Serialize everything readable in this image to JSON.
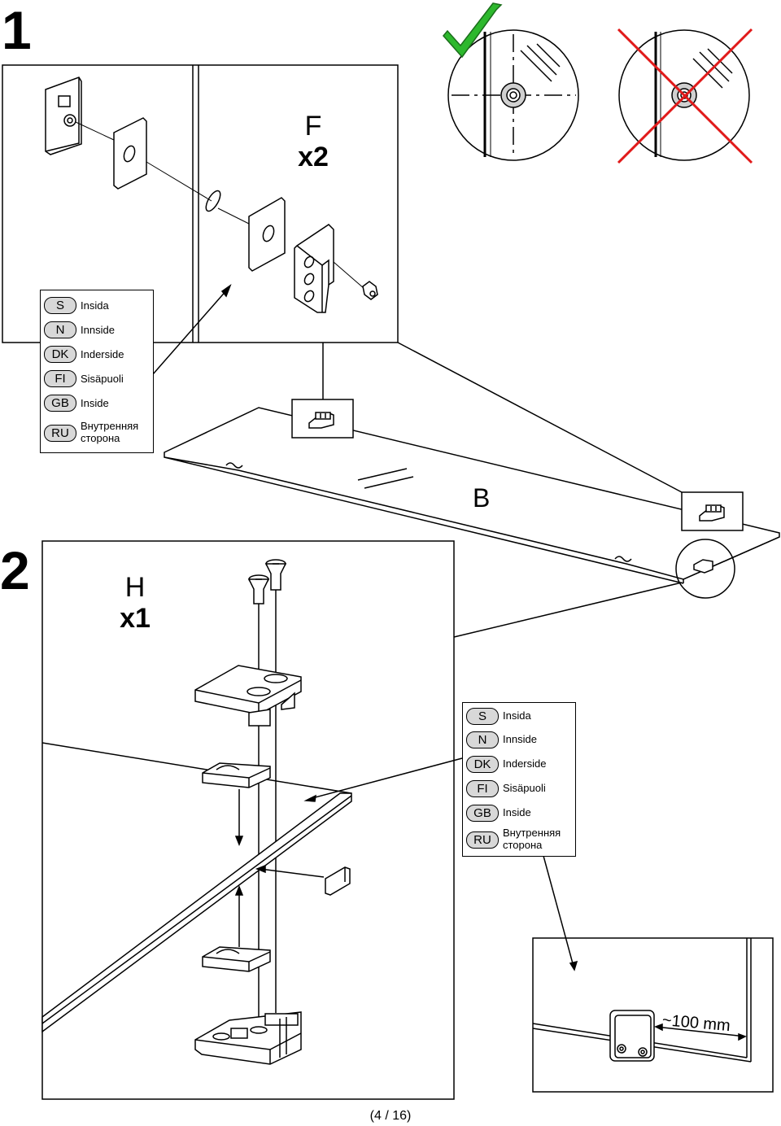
{
  "steps": {
    "step1": "1",
    "step2": "2"
  },
  "parts": {
    "f": {
      "letter": "F",
      "qty": "x2"
    },
    "h": {
      "letter": "H",
      "qty": "x1"
    }
  },
  "glass_label": "B",
  "dimension": "~100 mm",
  "legend": [
    {
      "code": "S",
      "text": "Insida"
    },
    {
      "code": "N",
      "text": "Innside"
    },
    {
      "code": "DK",
      "text": "Inderside"
    },
    {
      "code": "FI",
      "text": "Sisäpuoli"
    },
    {
      "code": "GB",
      "text": "Inside"
    },
    {
      "code": "RU",
      "text": "Внутренняя сторона"
    }
  ],
  "page_number": "(4 / 16)",
  "colors": {
    "correct": "#2db82d",
    "wrong": "#e11a1a",
    "badge": "#d8d8d8"
  }
}
